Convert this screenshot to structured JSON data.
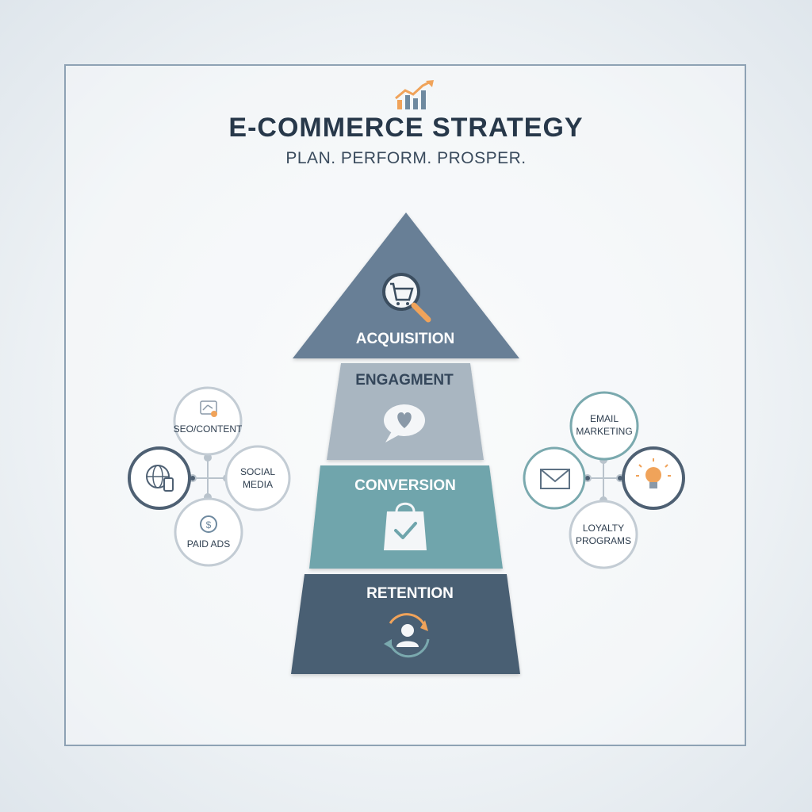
{
  "header": {
    "title": "E-COMMERCE STRATEGY",
    "subtitle": "PLAN. PERFORM. PROSPER.",
    "icon": "growth-chart-icon"
  },
  "pyramid": {
    "tiers": [
      {
        "label": "ACQUISITION",
        "icon": "cart-magnifier-icon",
        "color": "#677f96"
      },
      {
        "label": "ENGAGMENT",
        "icon": "heart-speech-bubble-icon",
        "color": "#a9b6c1"
      },
      {
        "label": "CONVERSION",
        "icon": "shopping-bag-check-icon",
        "color": "#6fa5ac"
      },
      {
        "label": "RETENTION",
        "icon": "user-cycle-icon",
        "color": "#4a5e73"
      }
    ]
  },
  "left_cluster": {
    "nodes": [
      {
        "label": "SEO/CONTENT",
        "icon": "seo-chart-icon"
      },
      {
        "label": "",
        "icon": "globe-device-icon"
      },
      {
        "label_line1": "SOCIAL",
        "label_line2": "MEDIA",
        "icon": ""
      },
      {
        "label": "PAID ADS",
        "icon": "dollar-coin-icon"
      }
    ]
  },
  "right_cluster": {
    "nodes": [
      {
        "label_line1": "EMAIL",
        "label_line2": "MARKETING",
        "icon": ""
      },
      {
        "label": "",
        "icon": "envelope-icon"
      },
      {
        "label": "",
        "icon": "lightbulb-icon"
      },
      {
        "label_line1": "LOYALTY",
        "label_line2": "PROGRAMS",
        "icon": ""
      }
    ]
  },
  "colors": {
    "title": "#27384a",
    "accent_orange": "#f0a35a",
    "node_gray": "#c3ccd4",
    "node_dark": "#4e6073",
    "node_teal": "#7aa9ae",
    "frame": "#8ea2b4"
  }
}
